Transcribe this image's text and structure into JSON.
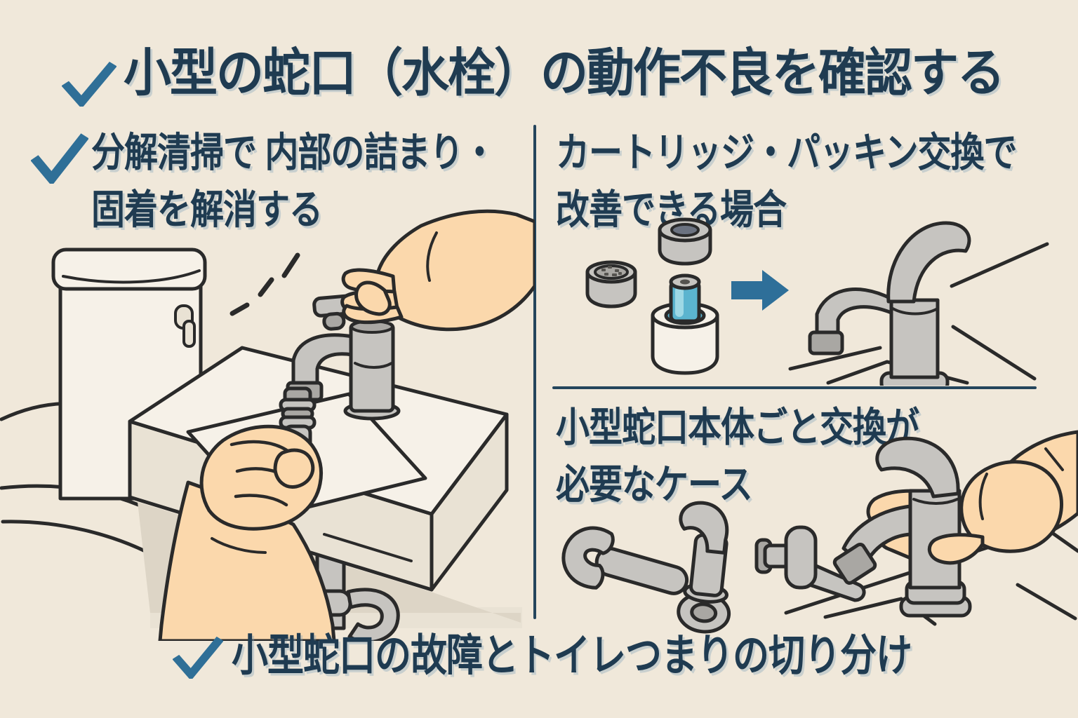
{
  "colors": {
    "background": "#f0e8da",
    "ink": "#1f3b51",
    "check_blue": "#2f6f97",
    "divider": "#24455c",
    "outline": "#2a2a2a",
    "metal": "#c6c4c0",
    "metal_dark": "#a9a7a3",
    "skin": "#fbd8ac",
    "fixture_white": "#f6f1e8",
    "fixture_shade": "#e9e2d4",
    "floor_shade": "#ddd5c6",
    "cartridge_blue": "#5bb4cf",
    "cartridge_blue_light": "#9ed8e5",
    "arrow_blue": "#2e6f99"
  },
  "title": {
    "checkmark_icon": "check",
    "text": "小型の蛇口（水栓）の動作不良を確認する"
  },
  "sections": {
    "disassembly": {
      "has_checkmark": true,
      "lines": [
        "分解清掃で 内部の詰まり・",
        "固着を解消する"
      ],
      "illustration": "hands-disassembling-small-faucet-on-toilet-hand-wash-sink",
      "illustration_parts": [
        "toilet-tank",
        "flush-lever",
        "toilet-bowl",
        "hand-wash-sink",
        "basin-opening",
        "small-faucet",
        "removed-handle",
        "valve-cartridge",
        "upper-hand",
        "lower-hand",
        "drain-pipe",
        "sparkle-emphasis"
      ]
    },
    "cartridge_replacement": {
      "has_checkmark": false,
      "lines": [
        "カートリッジ・パッキン交換で",
        "改善できる場合"
      ],
      "illustration": "cartridge-and-packing-parts-with-arrow-to-repaired-faucet",
      "illustration_parts": [
        "aerator",
        "packing-ring",
        "cartridge",
        "right-arrow",
        "single-lever-faucet",
        "counter-lines"
      ]
    },
    "body_replacement": {
      "has_checkmark": false,
      "lines": [
        "小型蛇口本体ごと交換が",
        "必要なケース"
      ],
      "illustration": "wrenches-and-hand-replacing-whole-faucet-body",
      "illustration_parts": [
        "open-end-wrench",
        "detached-faucet",
        "wrench-on-fitting",
        "hand-holding-faucet",
        "counter-lines"
      ]
    }
  },
  "footer": {
    "has_checkmark": true,
    "text": "小型蛇口の故障とトイレつまりの切り分け"
  }
}
